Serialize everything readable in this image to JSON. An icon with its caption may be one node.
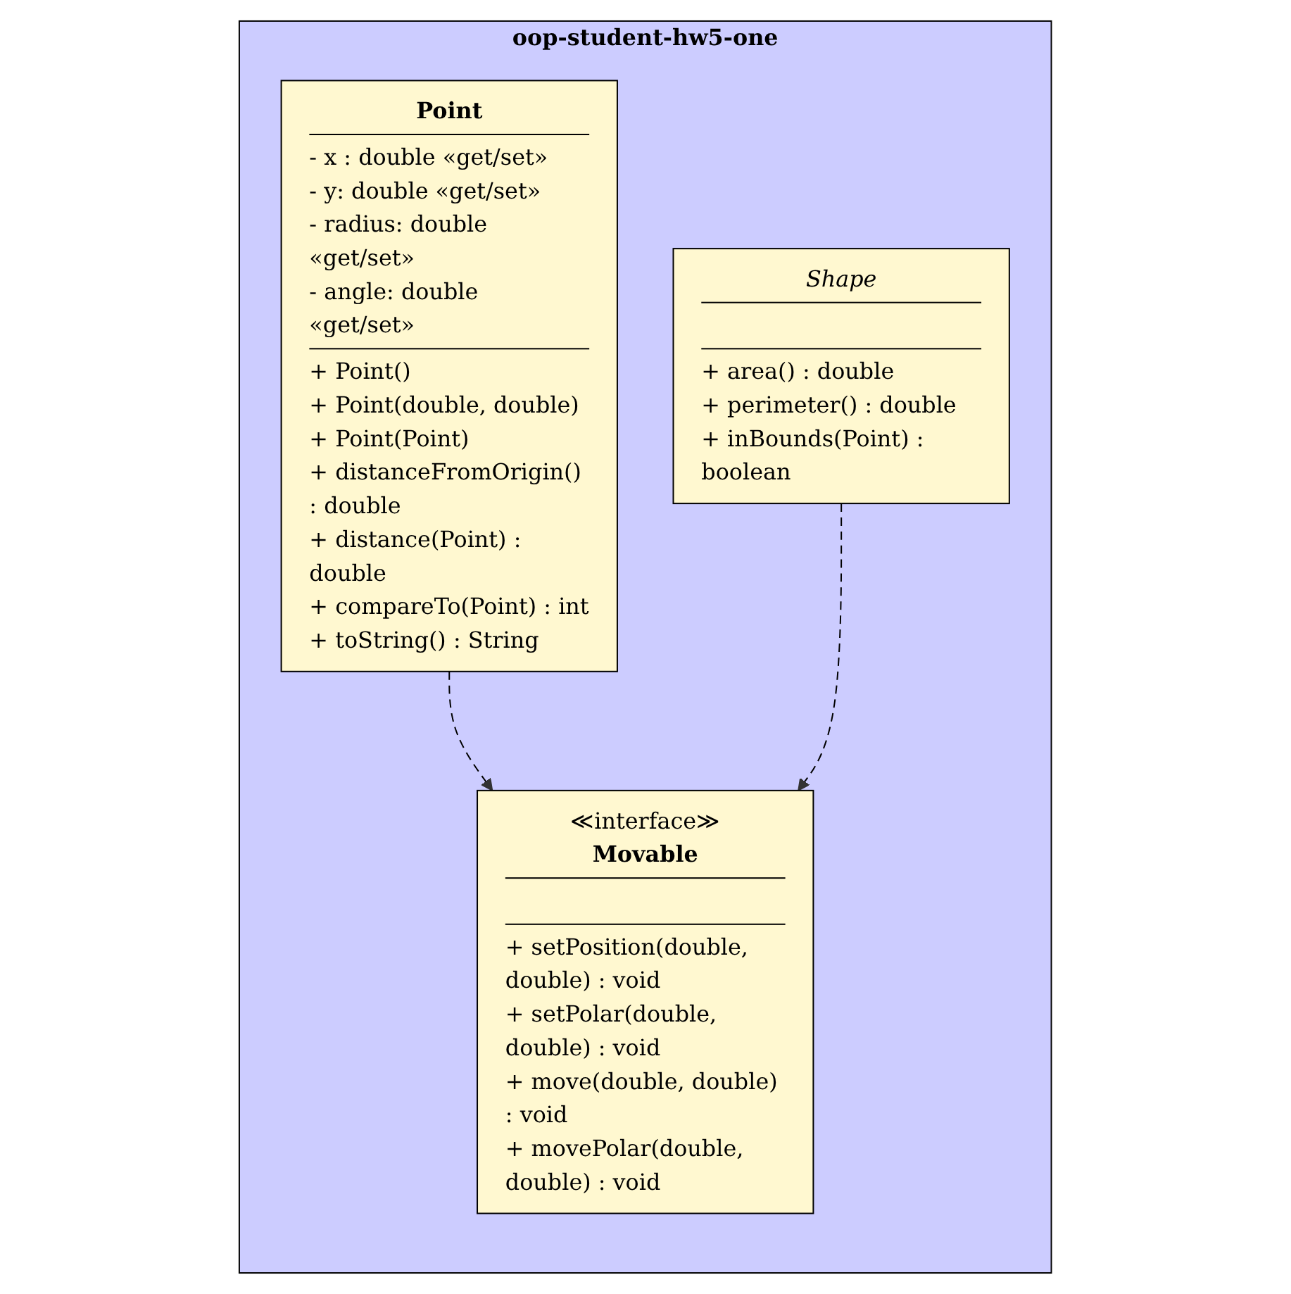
{
  "diagram": {
    "nodes": [
      {
        "text": [
          "oop-student-hw5-one"
        ]
      },
      {
        "text": [
          "≪interface≫",
          "Movable",
          "+ setPosition(double, double) : void",
          "+ setPolar(double, double) : void",
          "+ move(double, double) : void",
          "+ movePolar(double, double) : void"
        ],
        "in": 0
      },
      {
        "text": [
          "Point",
          "- x : double «get/set»",
          "- y: double «get/set»",
          "- radius: double «get/set»",
          "- angle: double «get/set»",
          "+ Point()",
          "+ Point(double, double)",
          "+ Point(Point)",
          "+ distanceFromOrigin() : double",
          "+ distance(Point) : double",
          "+ compareTo(Point) : int",
          "+ toString() : String"
        ],
        "in": 0
      },
      {
        "text": [
          "Shape",
          "+ area() : double",
          "+ perimeter() : double",
          "+ inBounds(Point) : boolean"
        ],
        "in": 0
      }
    ],
    "edges": [
      {
        "from": 2,
        "to": 1,
        "arrow": "to",
        "style": "dashed"
      },
      {
        "from": 3,
        "to": 1,
        "arrow": "to",
        "style": "dashed"
      }
    ]
  }
}
